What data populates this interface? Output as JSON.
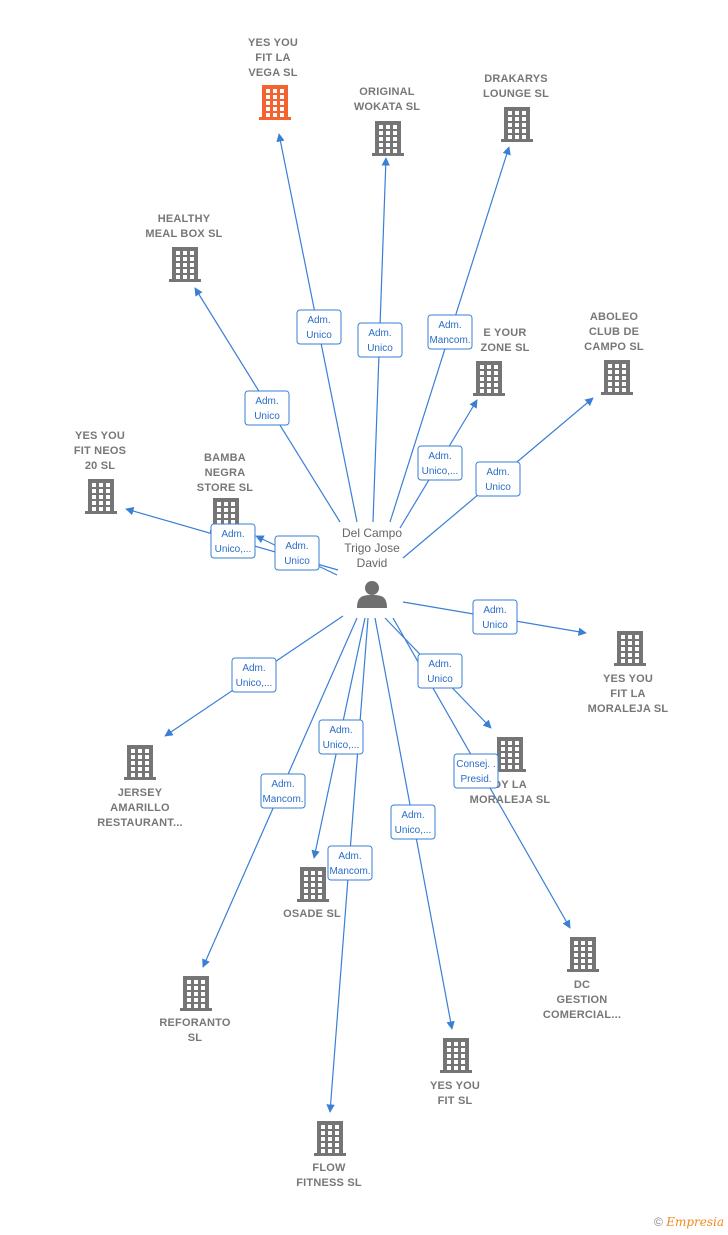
{
  "colors": {
    "edge": "#3a7fd5",
    "company": "#757575",
    "highlight": "#f4632f",
    "person": "#6f6f6f"
  },
  "center": {
    "name": [
      "Del Campo",
      "Trigo Jose",
      "David"
    ],
    "icon": "person-icon"
  },
  "companies": [
    {
      "id": "yes-you-fit-la-vega",
      "label": [
        "YES YOU",
        "FIT LA",
        "VEGA  SL"
      ],
      "highlight": true
    },
    {
      "id": "original-wokata",
      "label": [
        "ORIGINAL",
        "WOKATA  SL"
      ]
    },
    {
      "id": "drakarys-lounge",
      "label": [
        "DRAKARYS",
        "LOUNGE  SL"
      ]
    },
    {
      "id": "healthy-meal-box",
      "label": [
        "HEALTHY",
        "MEAL BOX  SL"
      ]
    },
    {
      "id": "yes-you-fit-neos-20",
      "label": [
        "YES YOU",
        "FIT NEOS",
        "20  SL"
      ]
    },
    {
      "id": "bamba-negra-store",
      "label": [
        "BAMBA",
        "NEGRA",
        "STORE  SL"
      ]
    },
    {
      "id": "your-zone",
      "label": [
        "E YOUR",
        "ZONE  SL"
      ]
    },
    {
      "id": "aboleo-club-de-campo",
      "label": [
        "ABOLEO",
        "CLUB DE",
        "CAMPO  SL"
      ]
    },
    {
      "id": "yes-you-fit-la-moraleja",
      "label": [
        "YES YOU",
        "FIT LA",
        "MORALEJA  SL"
      ]
    },
    {
      "id": "jersey-amarillo",
      "label": [
        "JERSEY",
        "AMARILLO",
        "RESTAURANT..."
      ]
    },
    {
      "id": "dy-la-moraleja",
      "label": [
        "DY LA",
        "MORALEJA  SL"
      ]
    },
    {
      "id": "osade",
      "label": [
        "OSADE SL"
      ]
    },
    {
      "id": "dc-gestion-comercial",
      "label": [
        "DC",
        "GESTION",
        "COMERCIAL..."
      ]
    },
    {
      "id": "reforanto",
      "label": [
        "REFORANTO",
        "SL"
      ]
    },
    {
      "id": "yes-you-fit",
      "label": [
        "YES YOU",
        "FIT  SL"
      ]
    },
    {
      "id": "flow-fitness",
      "label": [
        "FLOW",
        "FITNESS  SL"
      ]
    }
  ],
  "relations": [
    {
      "to": "yes-you-fit-la-vega",
      "role": [
        "Adm.",
        "Unico"
      ]
    },
    {
      "to": "original-wokata",
      "role": [
        "Adm.",
        "Unico"
      ]
    },
    {
      "to": "drakarys-lounge",
      "role": [
        "Adm.",
        "Mancom."
      ]
    },
    {
      "to": "healthy-meal-box",
      "role": [
        "Adm.",
        "Unico"
      ]
    },
    {
      "to": "yes-you-fit-neos-20",
      "role": [
        "Adm.",
        "Unico,..."
      ]
    },
    {
      "to": "bamba-negra-store",
      "role": [
        "Adm.",
        "Unico"
      ]
    },
    {
      "to": "your-zone",
      "role": [
        "Adm.",
        "Unico,..."
      ]
    },
    {
      "to": "aboleo-club-de-campo",
      "role": [
        "Adm.",
        "Unico"
      ]
    },
    {
      "to": "yes-you-fit-la-moraleja",
      "role": [
        "Adm.",
        "Unico"
      ]
    },
    {
      "to": "jersey-amarillo",
      "role": [
        "Adm.",
        "Unico,..."
      ]
    },
    {
      "to": "dy-la-moraleja",
      "role": [
        "Adm.",
        "Unico"
      ]
    },
    {
      "to": "osade",
      "role": [
        "Adm.",
        "Mancom."
      ]
    },
    {
      "to": "dc-gestion-comercial",
      "role": [
        "Consej. .",
        "Presid."
      ]
    },
    {
      "to": "reforanto",
      "role": [
        "Adm.",
        "Mancom."
      ]
    },
    {
      "to": "yes-you-fit",
      "role": [
        "Adm.",
        "Unico,..."
      ]
    },
    {
      "to": "flow-fitness",
      "role": [
        "Adm.",
        "Unico,..."
      ]
    }
  ],
  "footer": {
    "copyright": "©",
    "brand": "Empresia"
  }
}
